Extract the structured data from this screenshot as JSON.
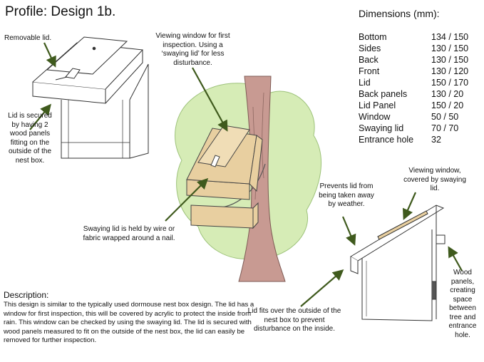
{
  "title": "Profile: Design 1b.",
  "labels": {
    "removable_lid": "Removable lid.",
    "lid_secured": "Lid is secured by having 2 wood panels fitting on the outside of the nest box.",
    "viewing_window": "Viewing window for first inspection. Using a ‘swaying lid’ for less disturbance.",
    "swaying_lid": "Swaying lid is held by wire or fabric wrapped around a nail.",
    "prevents_lid": "Prevents lid from being taken away by weather.",
    "viewing_window_covered": "Viewing window, covered by swaying lid.",
    "wood_panels": "Wood panels, creating space between tree and entrance hole.",
    "lid_fits": "Lid fits over the outside of the nest box to prevent disturbance on the inside."
  },
  "dimensions": {
    "title": "Dimensions (mm):",
    "rows": [
      {
        "part": "Bottom",
        "value": "134 / 150"
      },
      {
        "part": "Sides",
        "value": "130 / 150"
      },
      {
        "part": "Back",
        "value": "130 / 150"
      },
      {
        "part": "Front",
        "value": "130 / 120"
      },
      {
        "part": "Lid",
        "value": "150 / 170"
      },
      {
        "part": "Back panels",
        "value": "130 / 20"
      },
      {
        "part": "Lid Panel",
        "value": "150 / 20"
      },
      {
        "part": "Window",
        "value": "50 / 50"
      },
      {
        "part": "Swaying lid",
        "value": "70 / 70"
      },
      {
        "part": "Entrance hole",
        "value": "32"
      }
    ]
  },
  "description": {
    "heading": "Description:",
    "text": "This design is similar to the typically used dormouse nest box design. The lid has a window for first inspection, this will be covered by acrylic to protect the inside from rain. This window can be checked by using the swaying lid. The lid is secured with wood panels measured to fit on the outside of the nest box, the lid can easily be removed for further inspection."
  },
  "colors": {
    "arrow": "#3f5a1d",
    "bush": "#d6ecb6",
    "trunk": "#c89a92",
    "wood": "#e8cfa0",
    "line": "#333333"
  }
}
